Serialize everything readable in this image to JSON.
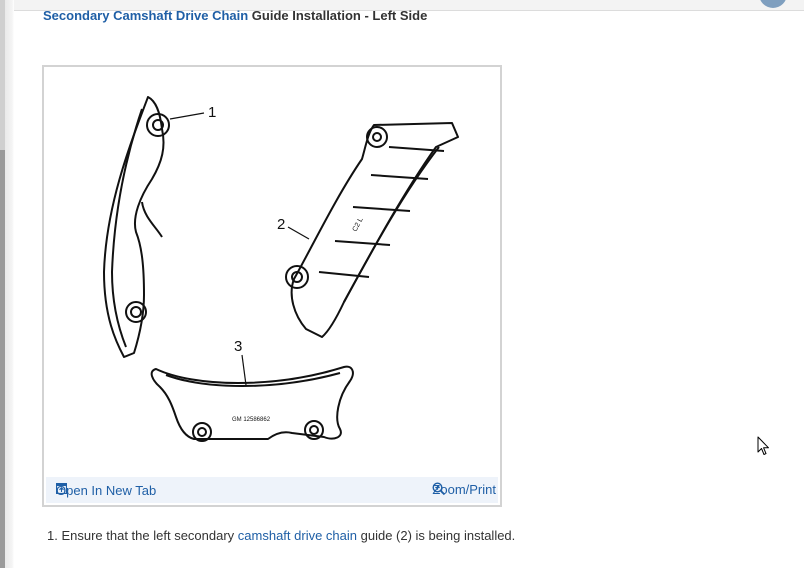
{
  "title": {
    "link_text": "Secondary Camshaft Drive Chain",
    "rest_text": " Guide Installation - Left Side"
  },
  "figure": {
    "callouts": [
      "1",
      "2",
      "3"
    ],
    "part_marking": "GM 12586862",
    "guide2_marking": "C2 L"
  },
  "toolbar": {
    "open_tab_label": "Open In New Tab",
    "zoom_label": "Zoom/Print",
    "open_tab_icon": "open-tab-icon",
    "zoom_icon": "magnifier-plus-icon"
  },
  "instruction": {
    "prefix": "1. Ensure that the left secondary ",
    "link_text": "camshaft drive chain",
    "suffix": " guide (2) is being installed."
  },
  "colors": {
    "link": "#1f5fa6",
    "text": "#333333",
    "toolbar_bg": "#eef3fa"
  }
}
